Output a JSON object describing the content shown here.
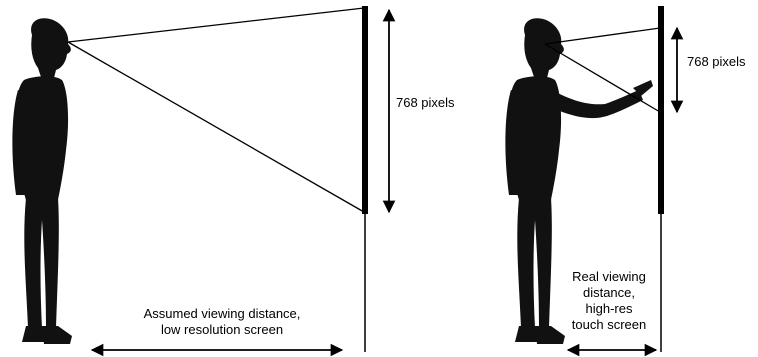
{
  "left_panel": {
    "height_label": "768 pixels",
    "distance_label_line1": "Assumed viewing distance,",
    "distance_label_line2": "low resolution screen"
  },
  "right_panel": {
    "height_label": "768 pixels",
    "distance_label_line1": "Real viewing",
    "distance_label_line2": "distance,",
    "distance_label_line3": "high-res",
    "distance_label_line4": "touch screen"
  },
  "colors": {
    "ink": "#000000",
    "figure": "#111111",
    "background": "#ffffff"
  }
}
